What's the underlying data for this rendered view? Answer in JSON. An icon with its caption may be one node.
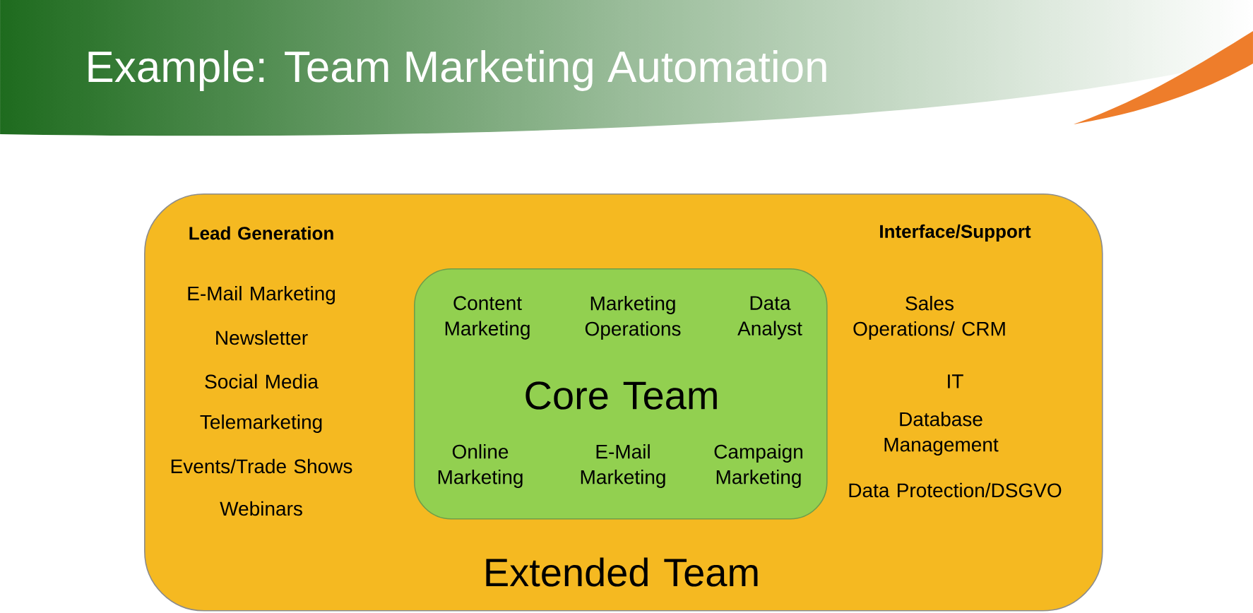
{
  "diagram": {
    "title": "Example: Team Marketing Automation",
    "nodes": [
      {
        "text": [
          "Lead Generation",
          "E-Mail Marketing",
          "Newsletter",
          "Social Media",
          "Telemarketing",
          "Events/Trade Shows",
          "Webinars",
          "Interface/Support",
          "Sales Operations/ CRM",
          "IT",
          "Database Management",
          "Data Protection/DSGVO",
          "Extended Team"
        ]
      },
      {
        "text": [
          "Content Marketing",
          "Marketing Operations",
          "Data Analyst",
          "Core Team",
          "Online Marketing",
          "E-Mail Marketing",
          "Campaign Marketing"
        ],
        "in": 0
      }
    ],
    "edges": []
  }
}
